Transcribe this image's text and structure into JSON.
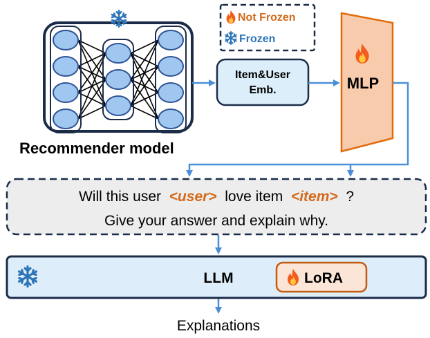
{
  "legend": {
    "not_frozen_label": "Not Frozen",
    "frozen_label": "Frozen",
    "not_frozen_icon": "fire-icon",
    "frozen_icon": "snowflake-icon"
  },
  "recommender": {
    "label": "Recommender model",
    "icon": "snowflake-icon",
    "layers": [
      4,
      3,
      4
    ]
  },
  "embedding": {
    "line1": "Item&User",
    "line2": "Emb."
  },
  "mlp": {
    "label": "MLP",
    "icon": "fire-icon"
  },
  "prompt": {
    "line1_part1": "Will this user",
    "user_token": "<user>",
    "line1_part2": "love item",
    "item_token": "<item>",
    "line1_part3": "?",
    "line2": "Give your answer and explain why."
  },
  "llm": {
    "label": "LLM",
    "icon": "snowflake-icon",
    "lora_label": "LoRA",
    "lora_icon": "fire-icon"
  },
  "output": {
    "label": "Explanations"
  },
  "colors": {
    "arrow": "#4a8fd6",
    "navy": "#1a2c48",
    "node_fill": "#9fc7ef",
    "node_stroke": "#2f5496",
    "emb_fill": "#dceefa",
    "mlp_fill": "#f8cbad",
    "mlp_stroke": "#e26b0a",
    "orange": "#d46a1c",
    "prompt_fill": "#ededed",
    "llm_fill": "#ddeefa",
    "lora_fill": "#fbe5d6",
    "frozen_text": "#2e75b6"
  }
}
